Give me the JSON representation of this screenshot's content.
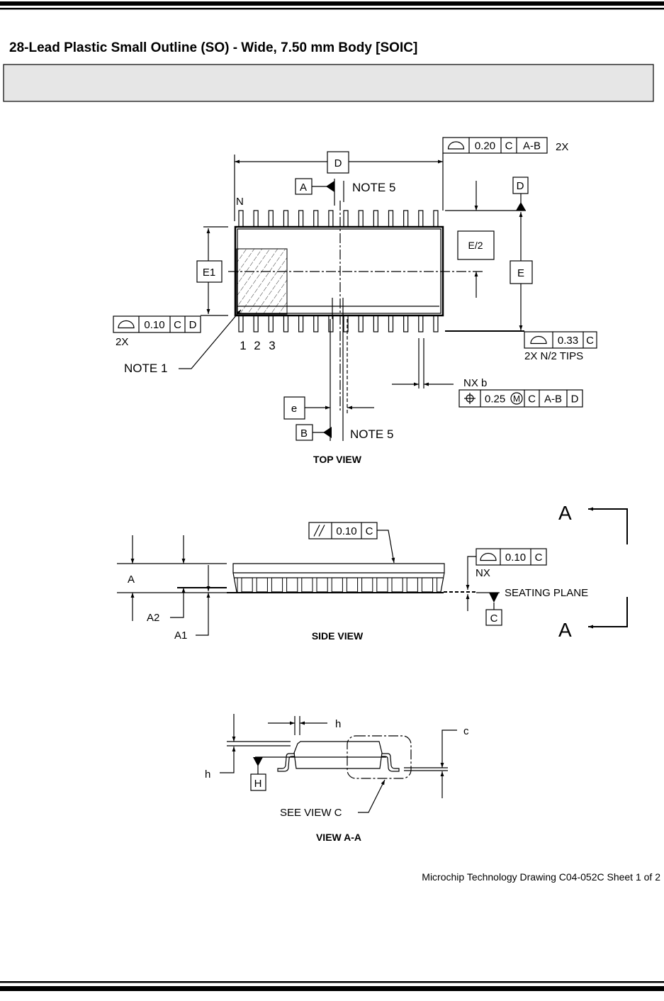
{
  "title": "28-Lead Plastic Small Outline (SO) - Wide,  7.50 mm Body  [SOIC]",
  "notice_box": "",
  "top_view": {
    "caption": "TOP VIEW",
    "dim_D": "D",
    "dim_E": "E",
    "dim_E1": "E1",
    "dim_E2": "E/2",
    "dim_e": "e",
    "datum_A": "A",
    "datum_B": "B",
    "datum_D": "D",
    "note5_top": "NOTE 5",
    "note5_bottom": "NOTE 5",
    "note1": "NOTE 1",
    "pin_N": "N",
    "pin_labels": [
      "1",
      "2",
      "3"
    ],
    "lead_count_per_side": 14,
    "label_2x_top": "2X",
    "label_2x_left": "2X",
    "label_tips": "2X N/2 TIPS",
    "label_nxb": "NX b"
  },
  "side_view": {
    "caption": "SIDE VIEW",
    "dim_A": "A",
    "dim_A1": "A1",
    "dim_A2": "A2",
    "label_nx": "NX",
    "seating_plane": "SEATING PLANE",
    "datum_C": "C",
    "section_A_top": "A",
    "section_A_bottom": "A"
  },
  "view_aa": {
    "caption": "VIEW A-A",
    "dim_h_top": "h",
    "dim_h_left": "h",
    "dim_c": "c",
    "datum_H": "H",
    "see_view": "SEE VIEW C"
  },
  "frames": [
    {
      "id": "profile-020",
      "symbol": "profile-of-surface",
      "cells": [
        "0.20",
        "C",
        "A-B"
      ]
    },
    {
      "id": "profile-010-left",
      "symbol": "profile-of-surface",
      "cells": [
        "0.10",
        "C",
        "D"
      ]
    },
    {
      "id": "profile-033",
      "symbol": "profile-of-surface",
      "cells": [
        "0.33",
        "C"
      ]
    },
    {
      "id": "position-025",
      "symbol": "position",
      "cells": [
        "0.25",
        "C",
        "A-B",
        "D"
      ],
      "modifier": "M"
    },
    {
      "id": "parallelism-010",
      "symbol": "parallelism",
      "cells": [
        "0.10",
        "C"
      ]
    },
    {
      "id": "profile-010-side",
      "symbol": "profile-of-surface",
      "cells": [
        "0.10",
        "C"
      ]
    }
  ],
  "footer": "Microchip Technology Drawing C04-052C Sheet 1 of 2"
}
